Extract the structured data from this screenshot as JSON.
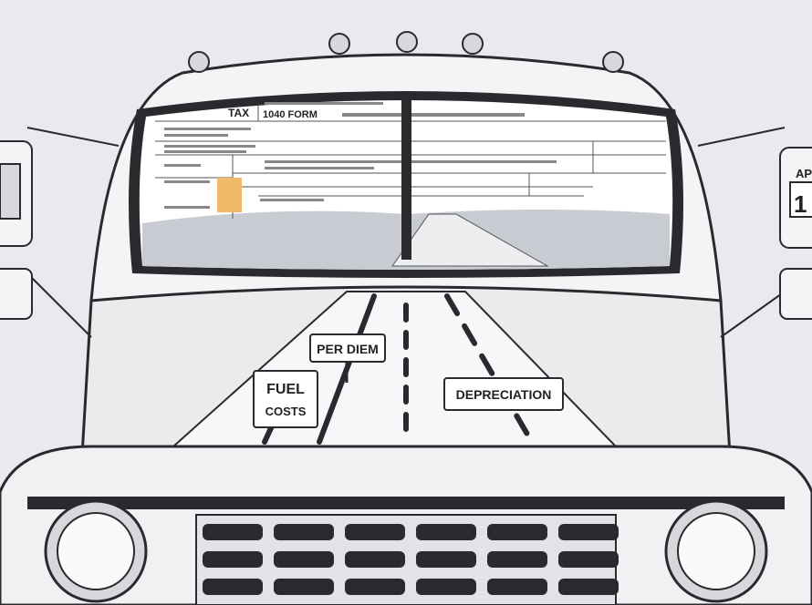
{
  "form": {
    "tax_label": "TAX",
    "form_label": "1040 FORM"
  },
  "signs": {
    "per_diem": "PER DIEM",
    "fuel": "FUEL",
    "costs": "COSTS",
    "depreciation": "DEPRECIATION"
  },
  "calendar": {
    "month": "AP",
    "day": "1"
  },
  "colors": {
    "background": "#e9eaee",
    "outline": "#2a2a2e",
    "highlight": "#f2b96a",
    "body": "#f4f4f6"
  }
}
